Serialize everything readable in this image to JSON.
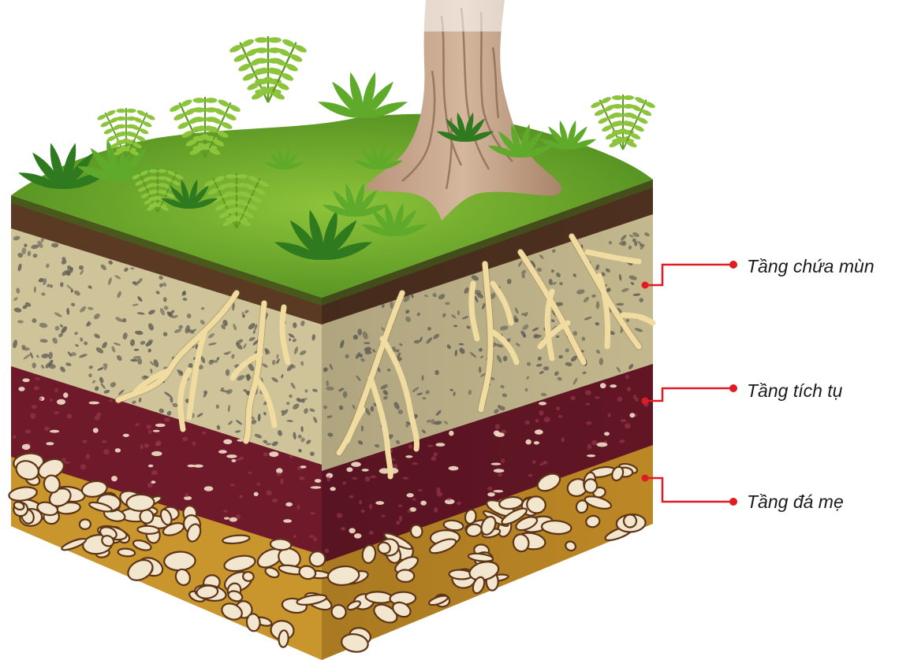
{
  "layers": [
    {
      "key": "humus",
      "label": "Tầng chứa mùn"
    },
    {
      "key": "accumulation",
      "label": "Tầng tích tụ"
    },
    {
      "key": "parent_rock",
      "label": "Tầng đá mẹ"
    }
  ],
  "colors": {
    "grass": "#6fa82a",
    "grass_light": "#94c83a",
    "topsoil": "#5a3a22",
    "humus_layer": "#cfc39a",
    "accumulation_layer": "#6e1a2a",
    "parent_rock_layer": "#c9962e",
    "rock": "#f3e6cf",
    "root": "#f0dca0",
    "trunk": "#c8a88a",
    "pointer": "#e01b24"
  }
}
